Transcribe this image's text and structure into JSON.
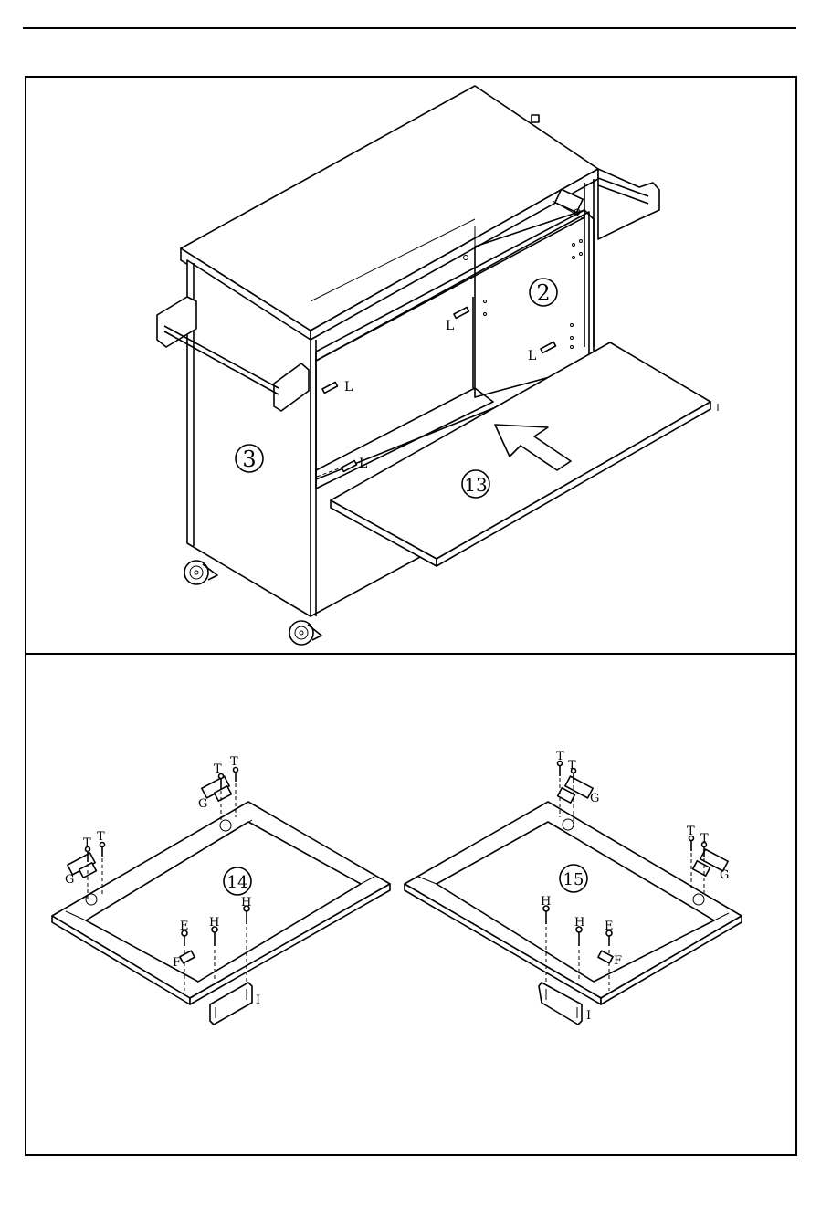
{
  "top_diagram": {
    "part_labels": {
      "side_left": "3",
      "side_right": "2",
      "shelf": "13"
    },
    "dowel_label": "L"
  },
  "bottom_diagram": {
    "door_left": {
      "number": "14",
      "hinge_label": "G",
      "screw_label": "T",
      "knob_screw": "E",
      "knob_plate": "F",
      "handle_screw": "H",
      "handle": "I"
    },
    "door_right": {
      "number": "15",
      "hinge_label": "G",
      "screw_label": "T",
      "knob_screw": "E",
      "knob_plate": "F",
      "handle_screw_left": "H",
      "handle_screw_right": "H",
      "handle": "I"
    }
  },
  "icons": [
    "arrow-icon",
    "caster-wheel-icon",
    "hinge-icon",
    "screw-icon"
  ]
}
